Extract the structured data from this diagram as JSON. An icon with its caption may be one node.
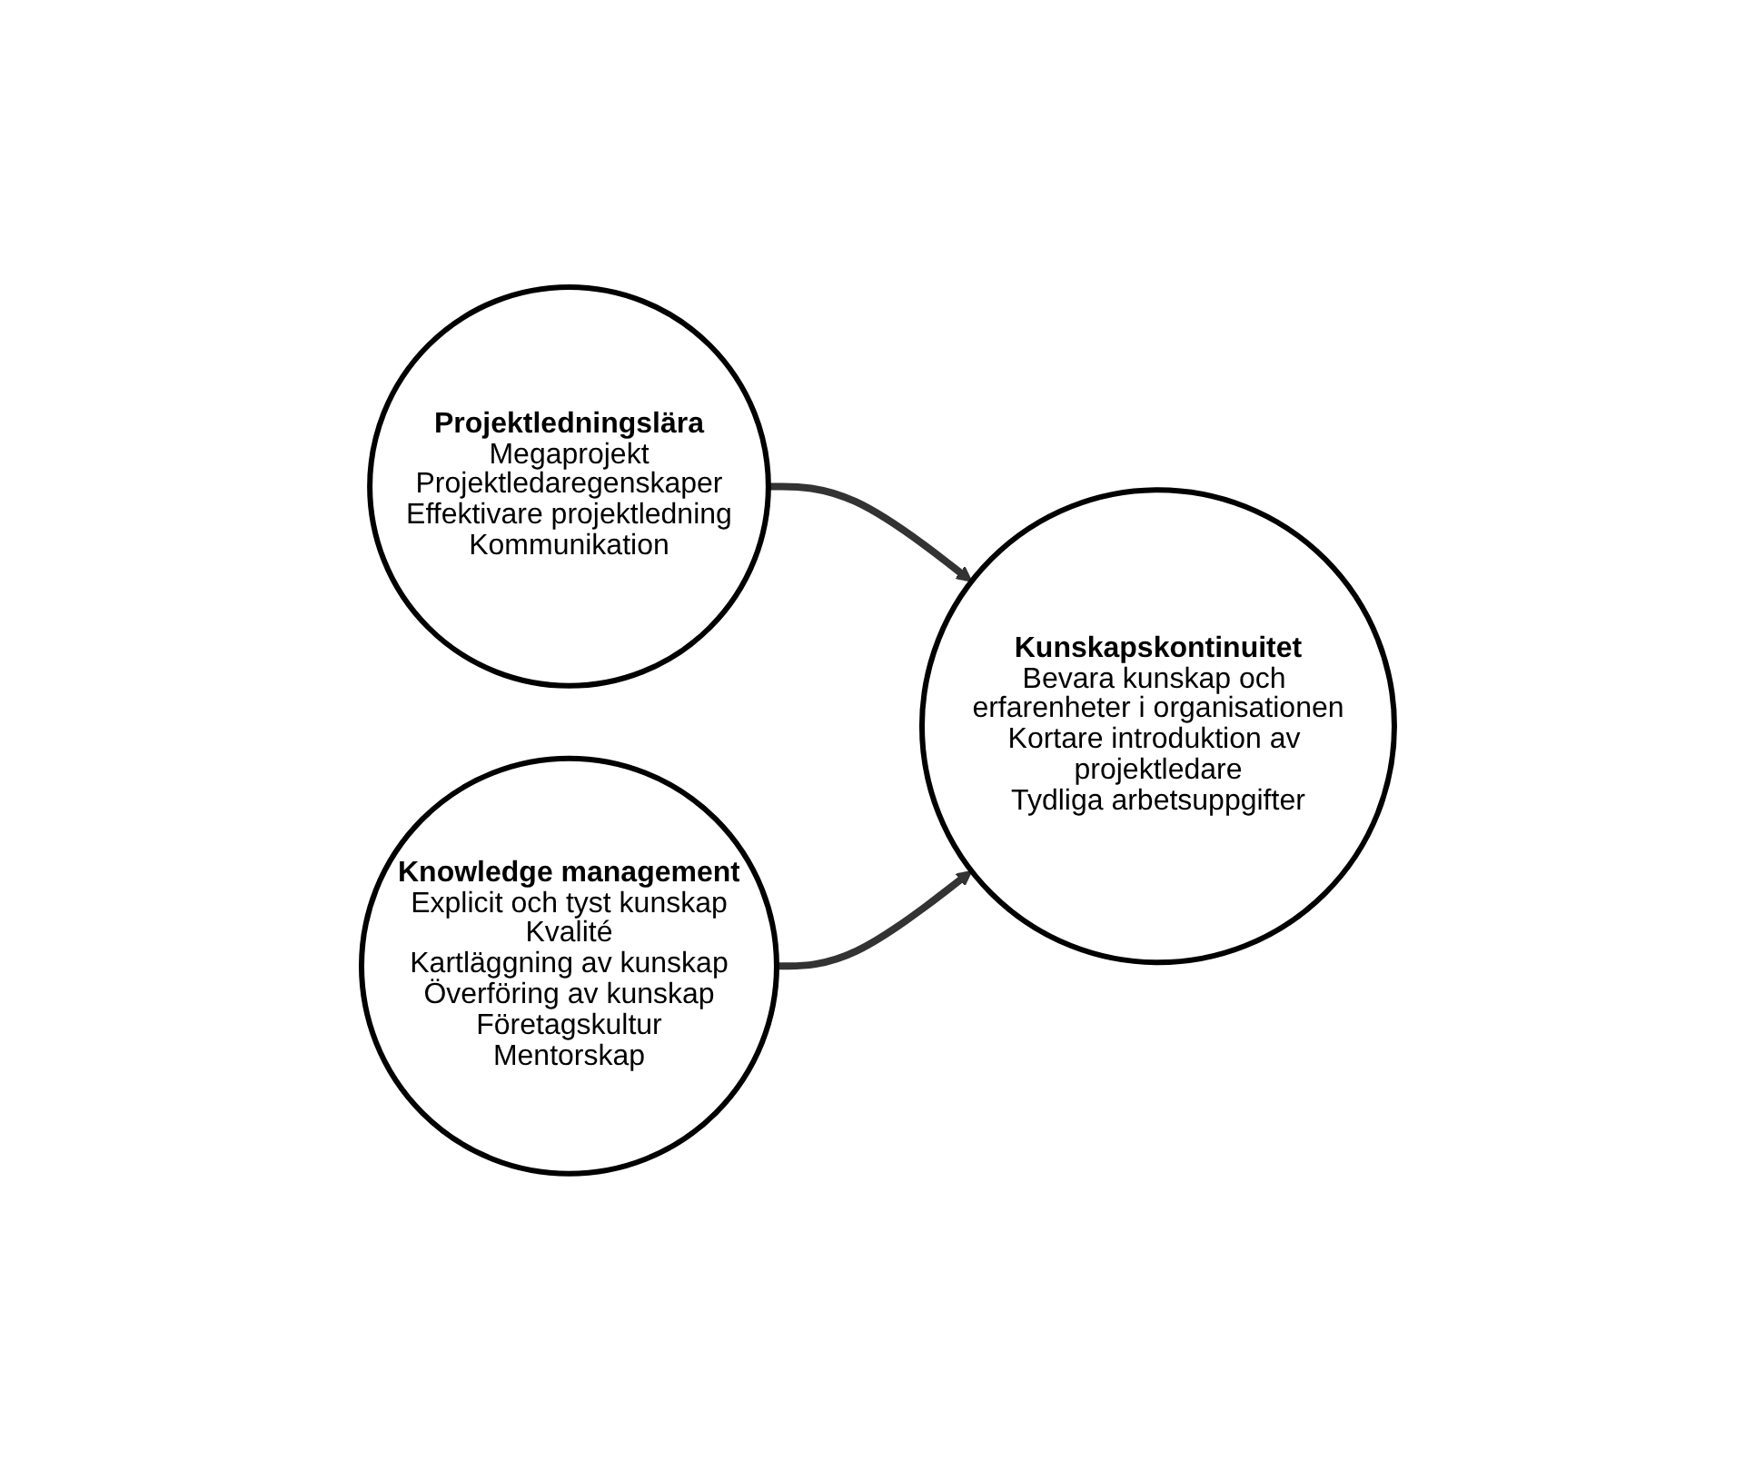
{
  "diagram": {
    "nodes": [
      {
        "text": [
          "Projektledningslära",
          "Megaprojekt",
          "Projektledaregenskaper",
          "Effektivare projektledning",
          "Kommunikation"
        ]
      },
      {
        "text": [
          "Kunskapskontinuitet",
          "Bevara kunskap och erfarenheter i organisationen",
          "Kortare introduktion av projektledare",
          "Tydliga arbetsuppgifter"
        ]
      },
      {
        "text": [
          "Knowledge management",
          "Explicit och tyst kunskap",
          "Kvalité",
          "Kartläggning av kunskap",
          "Överföring av kunskap",
          "Företagskultur",
          "Mentorskap"
        ]
      }
    ],
    "edges": [
      {
        "from": 0,
        "to": 1,
        "arrow": "to"
      },
      {
        "from": 2,
        "to": 1,
        "arrow": "to"
      }
    ]
  }
}
